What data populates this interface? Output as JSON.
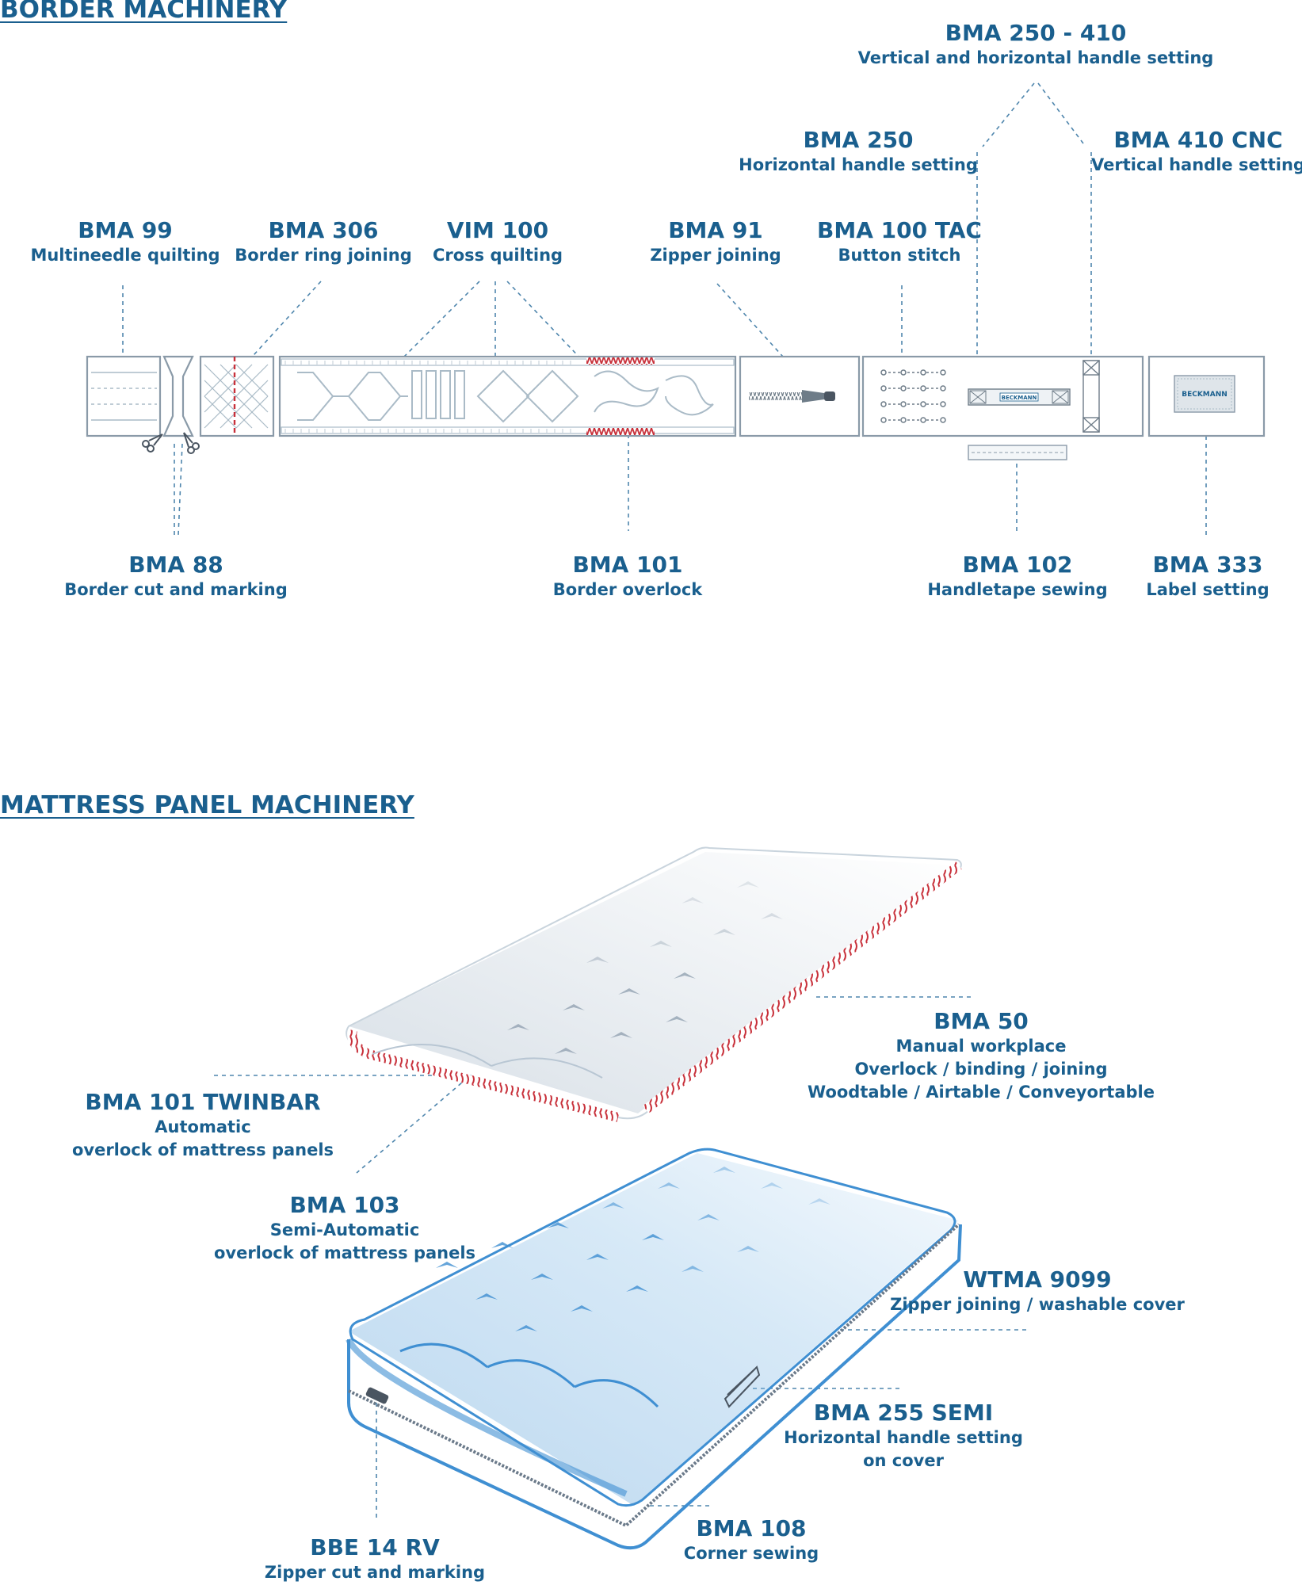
{
  "sections": {
    "border_title": "BORDER MACHINERY",
    "panel_title": "MATTRESS PANEL MACHINERY"
  },
  "border_labels": [
    {
      "code": "BMA 250 - 410",
      "desc": "Vertical and horizontal handle setting"
    },
    {
      "code": "BMA 250",
      "desc": "Horizontal handle setting"
    },
    {
      "code": "BMA 410 CNC",
      "desc": "Vertical handle setting"
    },
    {
      "code": "BMA 99",
      "desc": "Multineedle quilting"
    },
    {
      "code": "BMA 306",
      "desc": "Border ring joining"
    },
    {
      "code": "VIM 100",
      "desc": "Cross quilting"
    },
    {
      "code": "BMA 91",
      "desc": "Zipper joining"
    },
    {
      "code": "BMA 100 TAC",
      "desc": "Button stitch"
    },
    {
      "code": "BMA 88",
      "desc": "Border cut and marking"
    },
    {
      "code": "BMA 101",
      "desc": "Border overlock"
    },
    {
      "code": "BMA 102",
      "desc": "Handletape sewing"
    },
    {
      "code": "BMA 333",
      "desc": "Label setting"
    }
  ],
  "panel_labels": [
    {
      "code": "BMA 50",
      "lines": [
        "Manual workplace",
        "Overlock / binding / joining",
        "Woodtable / Airtable / Conveyortable"
      ]
    },
    {
      "code": "BMA 101 TWINBAR",
      "lines": [
        "Automatic",
        "overlock of mattress panels"
      ]
    },
    {
      "code": "BMA 103",
      "lines": [
        "Semi-Automatic",
        "overlock of mattress panels"
      ]
    },
    {
      "code": "WTMA 9099",
      "lines": [
        "Zipper joining / washable cover"
      ]
    },
    {
      "code": "BMA 255 SEMI",
      "lines": [
        "Horizontal handle setting",
        "on cover"
      ]
    },
    {
      "code": "BMA 108",
      "lines": [
        "Corner sewing"
      ]
    },
    {
      "code": "BBE 14 RV",
      "lines": [
        "Zipper cut and marking"
      ]
    }
  ],
  "logo_text": "BECKMANN",
  "colors": {
    "brand": "#1a5f8e",
    "overlock_red": "#c8303a",
    "cover_blue": "#3f8fd2",
    "outline": "#8a9aa8"
  },
  "icons": [
    "scissors-icon",
    "zipper-icon",
    "handle-icon",
    "label-icon",
    "button-grid-icon"
  ]
}
